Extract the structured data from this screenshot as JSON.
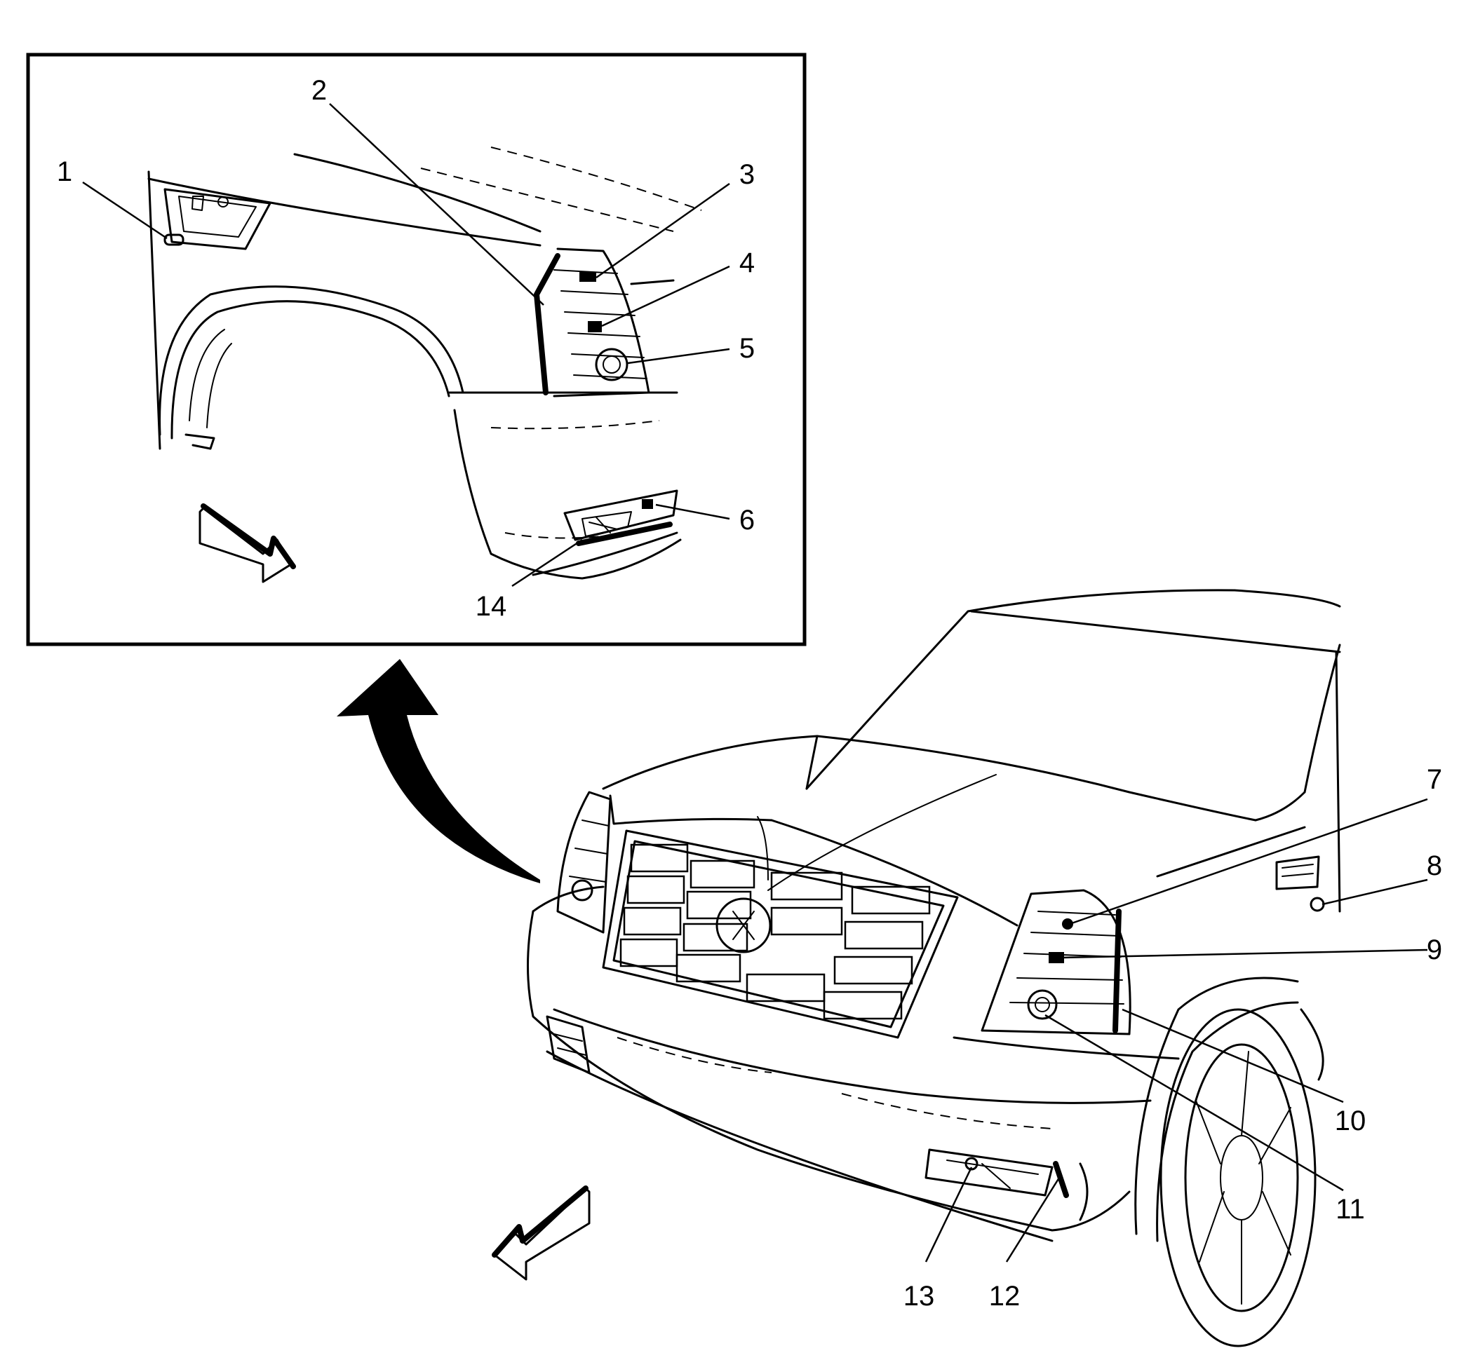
{
  "callouts": [
    {
      "id": "c1",
      "text": "1"
    },
    {
      "id": "c2",
      "text": "2"
    },
    {
      "id": "c3",
      "text": "3"
    },
    {
      "id": "c4",
      "text": "4"
    },
    {
      "id": "c5",
      "text": "5"
    },
    {
      "id": "c6",
      "text": "6"
    },
    {
      "id": "c7",
      "text": "7"
    },
    {
      "id": "c8",
      "text": "8"
    },
    {
      "id": "c9",
      "text": "9"
    },
    {
      "id": "c10",
      "text": "10"
    },
    {
      "id": "c11",
      "text": "11"
    },
    {
      "id": "c12",
      "text": "12"
    },
    {
      "id": "c13",
      "text": "13"
    },
    {
      "id": "c14",
      "text": "14"
    }
  ]
}
